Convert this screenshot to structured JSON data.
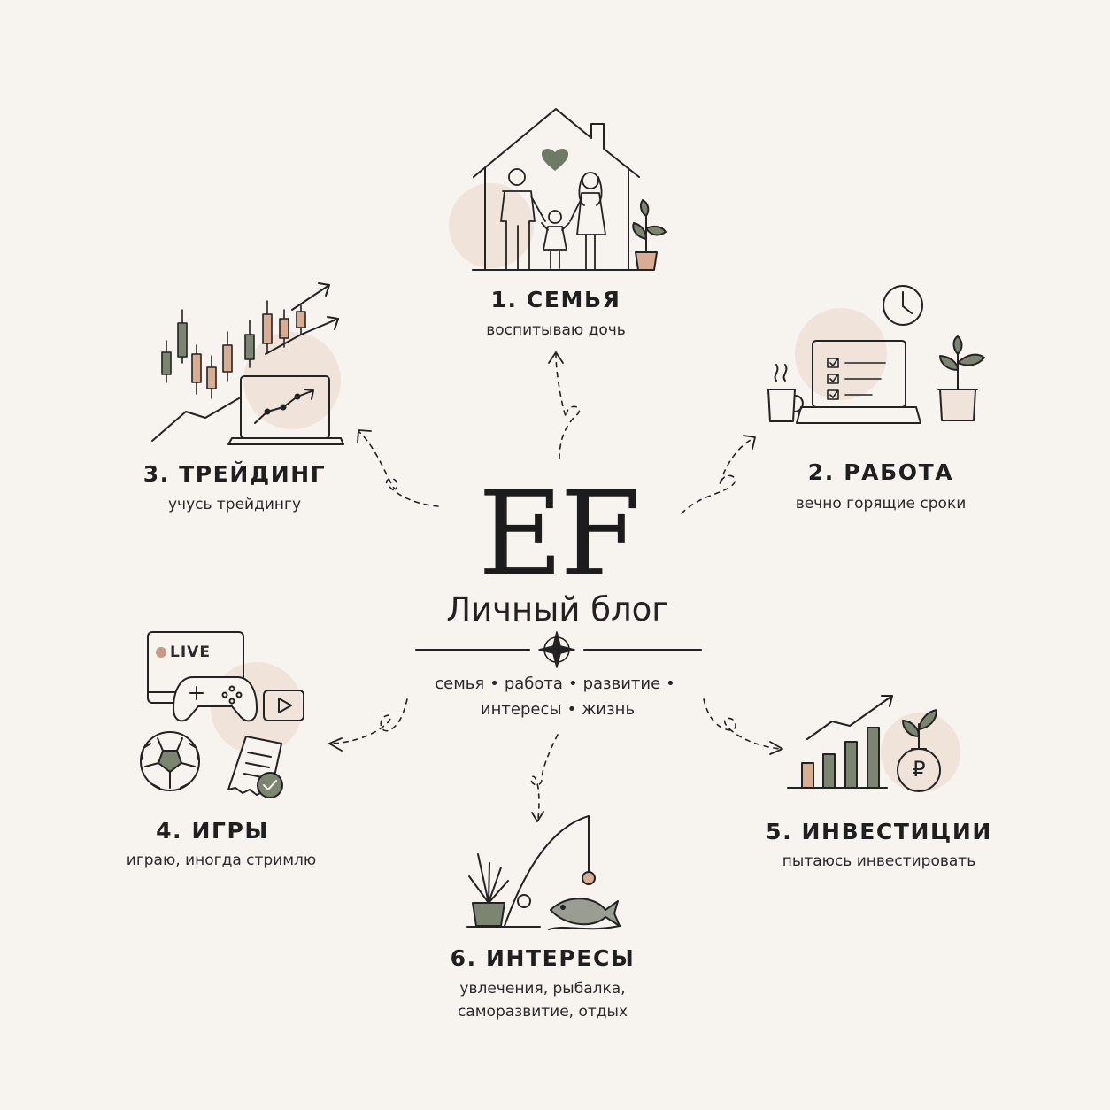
{
  "logo": "EF",
  "subtitle": "Личный блог",
  "tags": {
    "line1": [
      "семья",
      "работа",
      "развитие"
    ],
    "line2": [
      "интересы",
      "жизнь"
    ]
  },
  "sections": {
    "family": {
      "title": "1. СЕМЬЯ",
      "desc": "воспитываю дочь"
    },
    "work": {
      "title": "2. РАБОТА",
      "desc": "вечно горящие сроки"
    },
    "trading": {
      "title": "3. ТРЕЙДИНГ",
      "desc": "учусь трейдингу"
    },
    "games": {
      "title": "4. ИГРЫ",
      "desc": "играю, иногда стримлю",
      "live_label": "LIVE"
    },
    "investments": {
      "title": "5. ИНВЕСТИЦИИ",
      "desc": "пытаюсь инвестировать",
      "currency": "₽"
    },
    "interests": {
      "title": "6. ИНТЕРЕСЫ",
      "desc_line1": "увлечения, рыбалка,",
      "desc_line2": "саморазвитие, отдых"
    }
  },
  "colors": {
    "background": "#f7f3ef",
    "ink": "#232323",
    "sage": "#7c8570",
    "blush": "#d9ad92",
    "soft_circle": "#efe3da"
  },
  "icons": [
    "house-icon",
    "heart-icon",
    "family-icon",
    "plant-icon",
    "laptop-icon",
    "clock-icon",
    "coffee-cup-icon",
    "checklist-icon",
    "candlestick-chart-icon",
    "trend-arrow-icon",
    "live-stream-screen-icon",
    "gamepad-icon",
    "play-button-icon",
    "soccer-ball-icon",
    "receipt-icon",
    "bar-chart-icon",
    "coin-bag-icon",
    "fishing-rod-icon",
    "fish-icon",
    "compass-icon"
  ]
}
